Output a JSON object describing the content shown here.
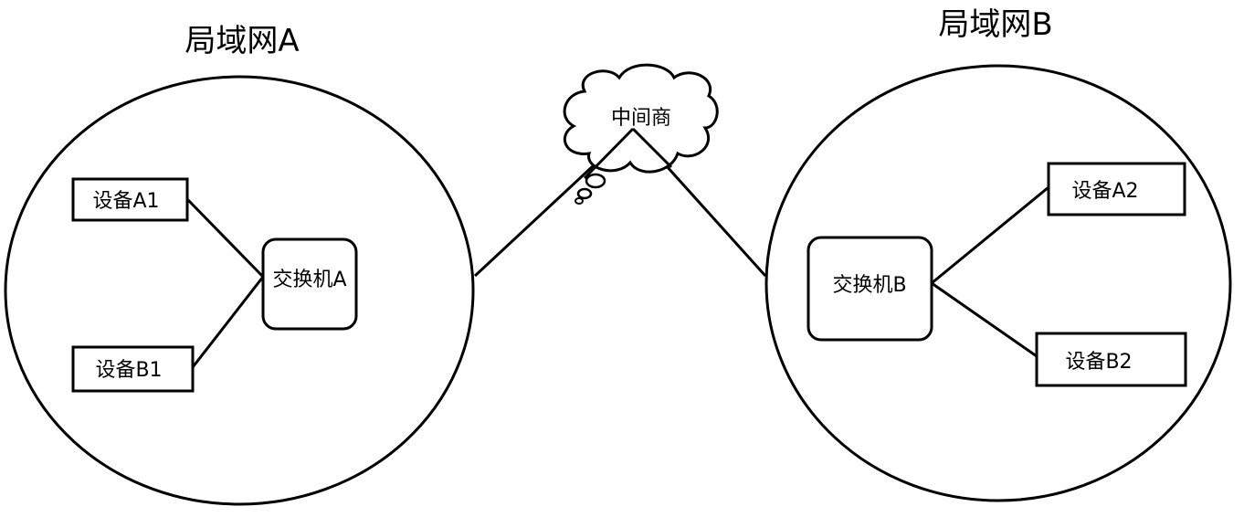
{
  "lan_a": {
    "title": "局域网A",
    "device_a": "设备A1",
    "device_b": "设备B1",
    "switch": "交换机A"
  },
  "lan_b": {
    "title": "局域网B",
    "device_a": "设备A2",
    "device_b": "设备B2",
    "switch": "交换机B"
  },
  "cloud": {
    "label": "中间商"
  }
}
